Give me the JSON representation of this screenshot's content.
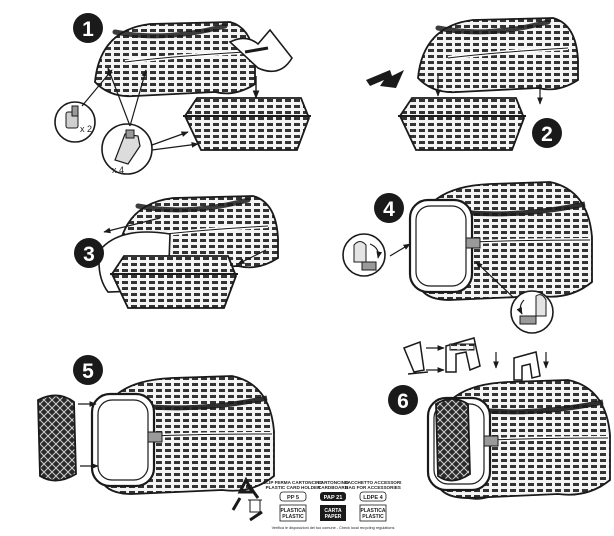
{
  "steps": [
    "1",
    "2",
    "3",
    "4",
    "5",
    "6"
  ],
  "step1": {
    "count_small": "x 2",
    "count_large": "x 4"
  },
  "recycling": {
    "columns": [
      {
        "header_line1": "CLIP FERMA CARTONCINO",
        "header_line2": "PLASTIC CARD HOLDER",
        "code": "PP 5",
        "material_line1": "PLASTICA",
        "material_line2": "PLASTIC"
      },
      {
        "header_line1": "CARTONCINO",
        "header_line2": "CARDBOARD",
        "code": "PAP 21",
        "material_line1": "CARTA",
        "material_line2": "PAPER"
      },
      {
        "header_line1": "SACCHETTO ACCESSORI",
        "header_line2": "BAG FOR ACCESSORIES",
        "code": "LDPE 4",
        "material_line1": "PLASTICA",
        "material_line2": "PLASTIC"
      }
    ],
    "footer": "Verifica le disposizioni del tuo comune - Check local recycling regulations"
  },
  "colors": {
    "ink": "#1a1a1a",
    "grey": "#9a9a9a",
    "light": "#dddddd",
    "white": "#ffffff"
  }
}
